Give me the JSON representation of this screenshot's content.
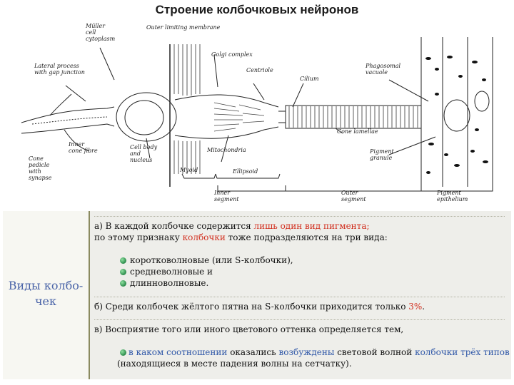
{
  "title": "Строение колбочковых нейронов",
  "figure": {
    "labels": {
      "muller": "Müller\ncell\ncytoplasm",
      "olm": "Outer limiting membrane",
      "lateral": "Lateral process\nwith gap junction",
      "golgi": "Golgi complex",
      "centriole": "Centriole",
      "cilium": "Cilium",
      "phagosomal": "Phagosomal\nvacuole",
      "inner_fibre": "Inner\ncone fibre",
      "cone_pedicle": "Cone\npedicle\nwith\nsynapse",
      "cell_body": "Cell body\nand\nnucleus",
      "mitochondria": "Mitochondria",
      "cone_lamellae": "Cone lamellae",
      "pigment_granule": "Pigment\ngranule",
      "myoid": "Myoid",
      "ellipsoid": "Ellipsoid",
      "inner_segment": "Inner\nsegment",
      "outer_segment": "Outer\nsegment",
      "pigment_epithelium": "Pigment\nepithelium"
    }
  },
  "panel": {
    "side_title": "Виды колбо-\nчек",
    "a1_pre": "а) В каждой колбочке содержится ",
    "a1_red": "лишь один вид пигмента;",
    "a2_pre": "по этому признаку ",
    "a2_red": "колбочки",
    "a2_post": " тоже подразделяются на три вида:",
    "bullets": [
      "коротковолновые (или S-колбочки),",
      "средневолновые и",
      "длинноволновые."
    ],
    "b_pre": "б) Среди колбочек жёлтого пятна на S-колбочки приходится только ",
    "b_red": "3%",
    "b_post": ".",
    "c1": "в) Восприятие того или иного цветового оттенка определяется тем,",
    "c2_blue1": "в каком соотношении",
    "c2_mid1": " оказались ",
    "c2_blue2": "возбуждены",
    "c2_mid2": " световой волной ",
    "c2_blue3": "колбочки трёх типов",
    "c3": "(находящиеся в месте падения волны на сетчатку)."
  }
}
